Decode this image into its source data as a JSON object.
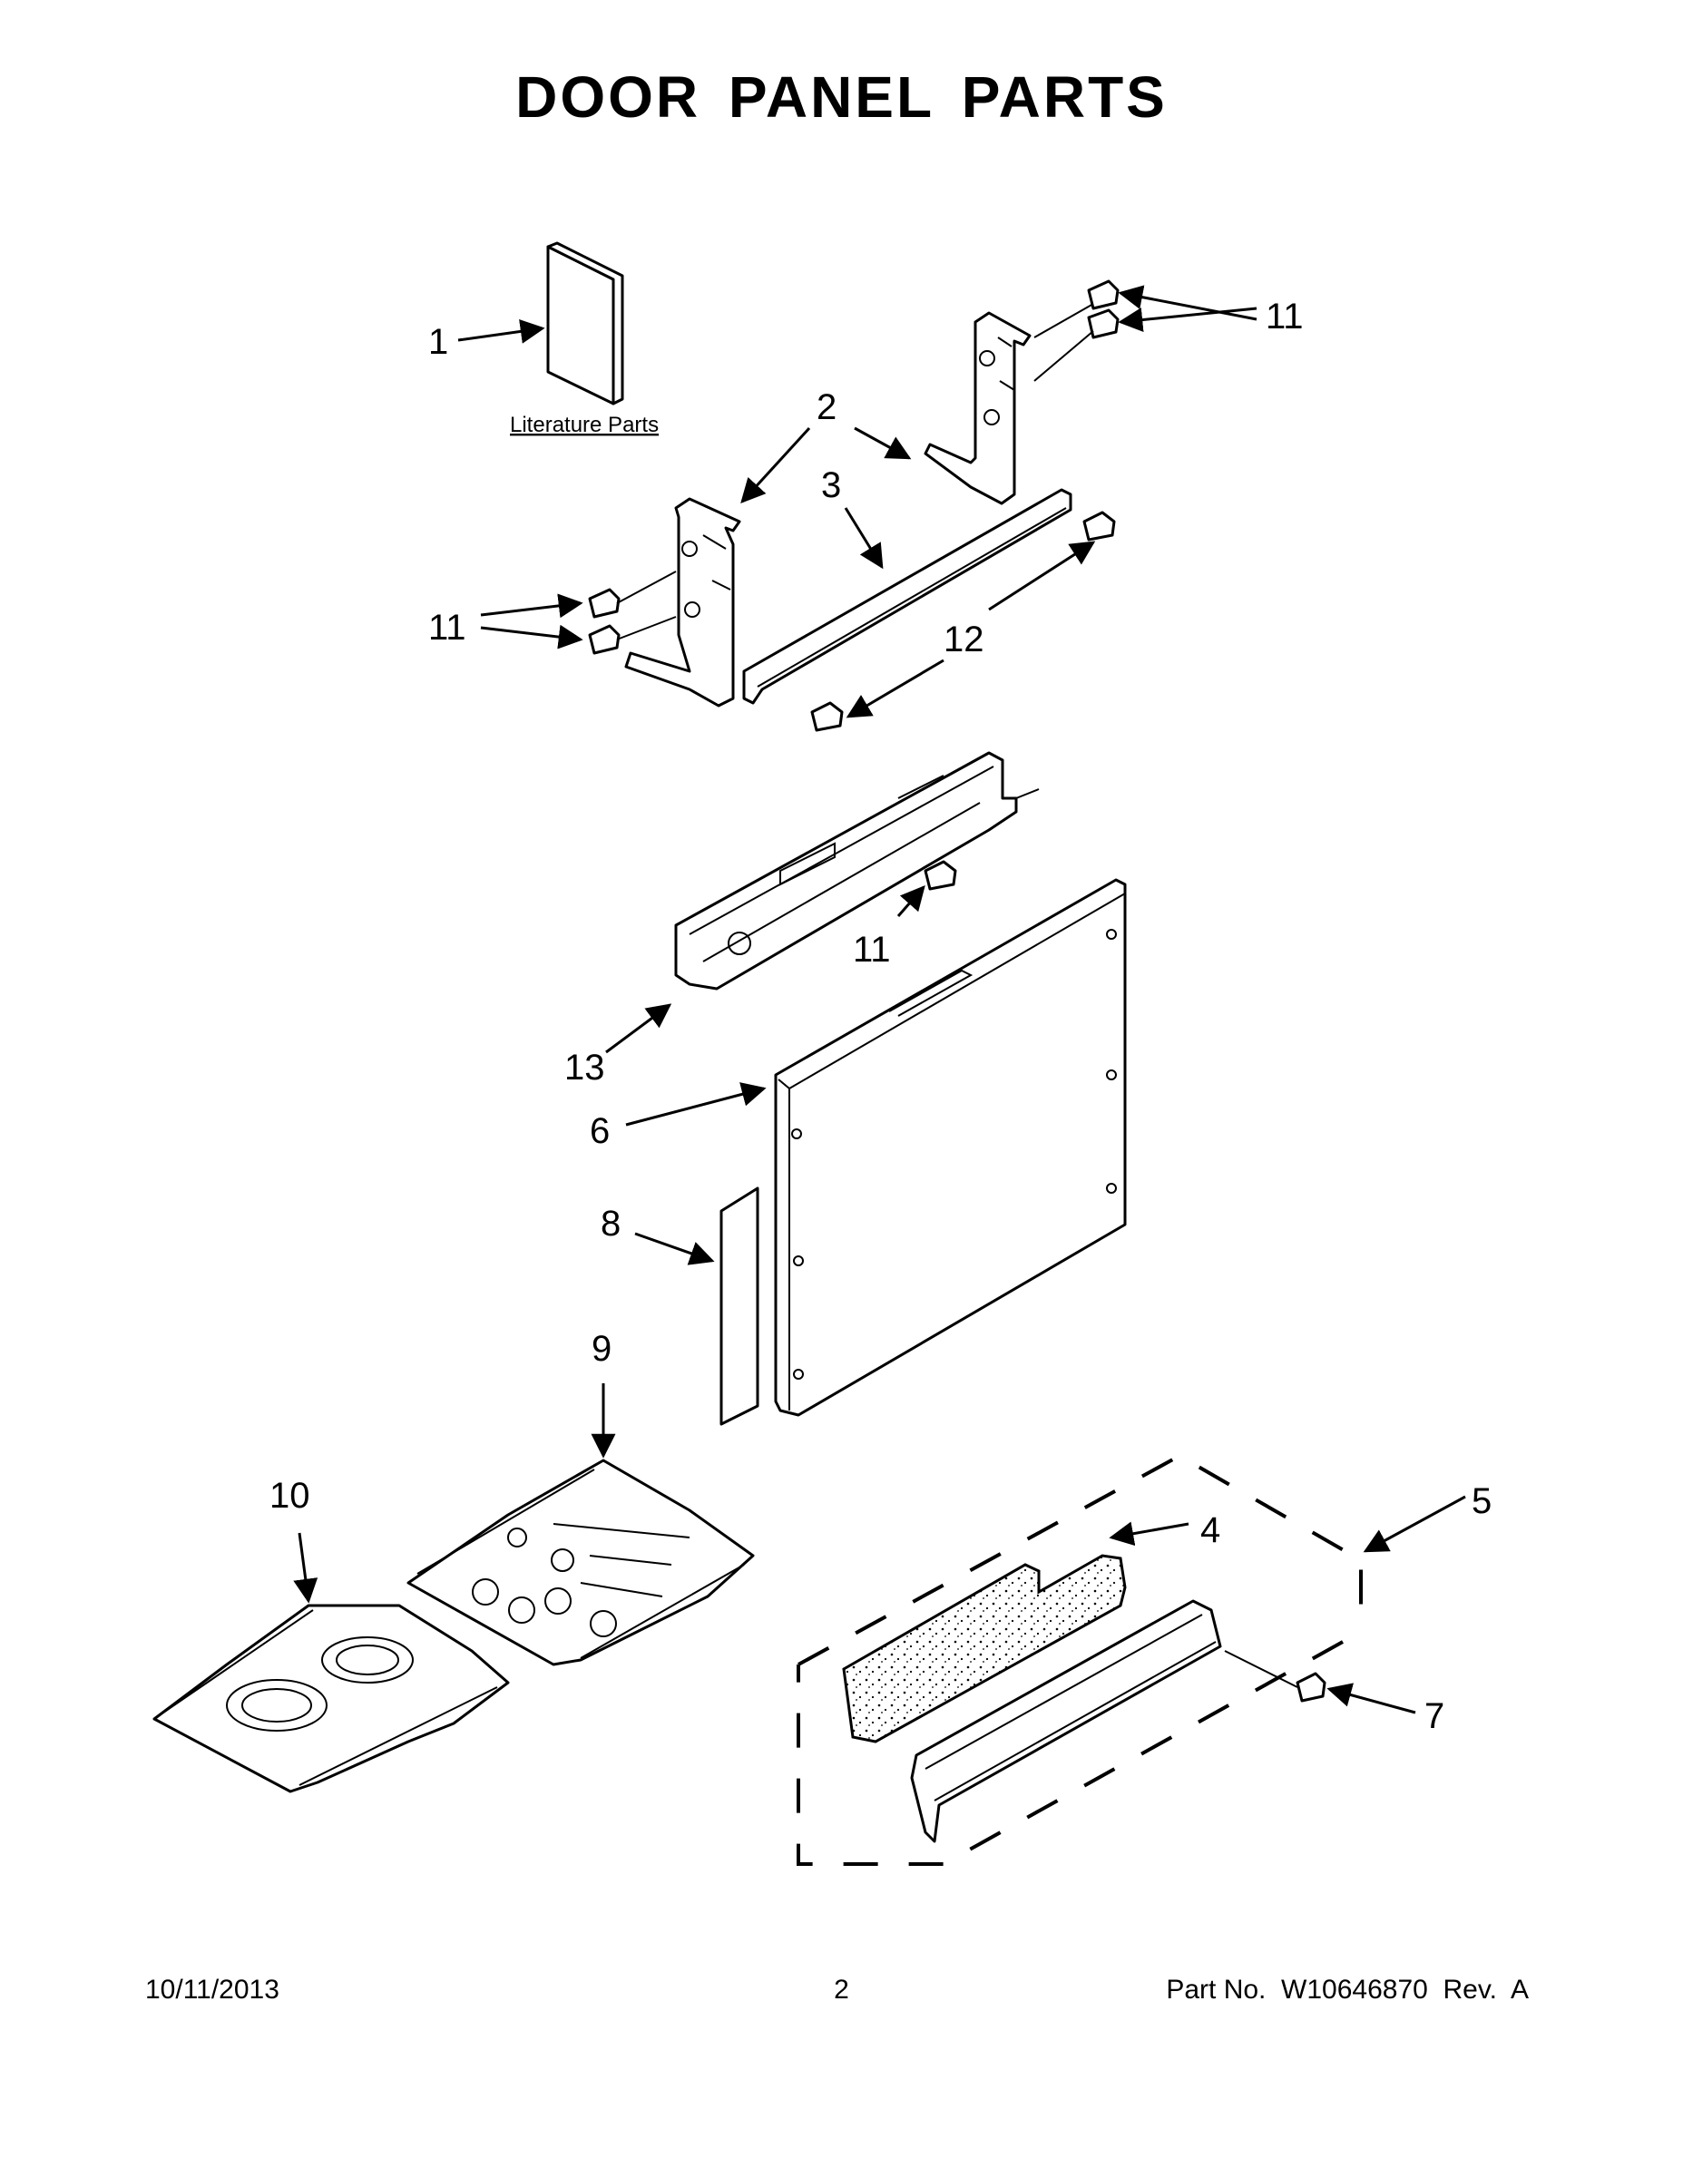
{
  "title": "DOOR PANEL PARTS",
  "literature_label": "Literature Parts",
  "callouts": [
    "1",
    "2",
    "3",
    "11",
    "11",
    "12",
    "11",
    "13",
    "6",
    "8",
    "9",
    "10",
    "4",
    "5",
    "7"
  ],
  "footer": {
    "date": "10/11/2013",
    "page": "2",
    "part": "Part No.  W10646870  Rev.  A"
  }
}
